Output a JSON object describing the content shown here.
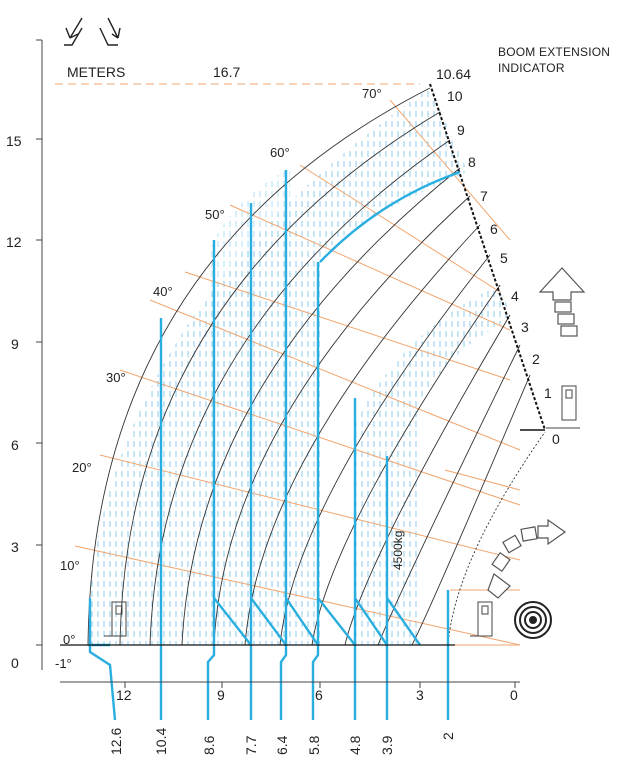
{
  "header": {
    "units_label": "METERS",
    "boom_indicator_line1": "BOOM EXTENSION",
    "boom_indicator_line2": "INDICATOR"
  },
  "max_reach_label": "16.7",
  "max_height_label": "10.64",
  "load_label": "4500kg",
  "vertical_axis_ticks": [
    "0",
    "3",
    "6",
    "9",
    "12",
    "15"
  ],
  "horizontal_axis_ticks": [
    "12",
    "9",
    "6",
    "3",
    "0"
  ],
  "angles": [
    "-1°",
    "0°",
    "10°",
    "20°",
    "30°",
    "40°",
    "50°",
    "60°",
    "70°"
  ],
  "extension_marks": [
    "0",
    "1",
    "2",
    "3",
    "4",
    "5",
    "6",
    "7",
    "8",
    "9",
    "10"
  ],
  "bottom_reach_labels": [
    "12.6",
    "10.4",
    "8.6",
    "7.7",
    "6.4",
    "5.8",
    "4.8",
    "3.9",
    "2"
  ],
  "colors": {
    "boom_line": "#2aaee0",
    "guide_line": "#f2a56e",
    "arc": "#333333",
    "hatch": "#8fd0ee"
  }
}
